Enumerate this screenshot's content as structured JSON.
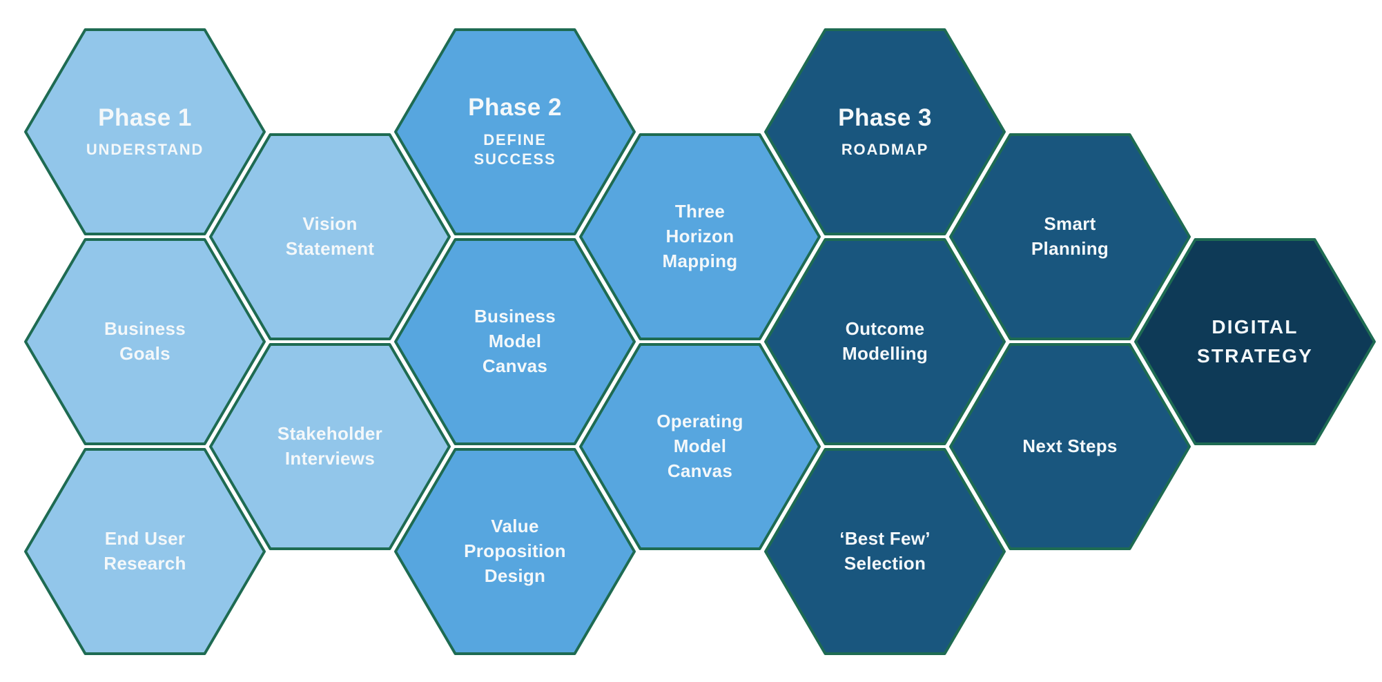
{
  "diagram": {
    "name": "Digital Strategy hexagon roadmap",
    "phases_count": 3
  },
  "colors": {
    "background": "#ffffff",
    "stroke": "#1e6b52",
    "text": "#f4f8fa",
    "light": "#92c6ea",
    "medium": "#57a6df",
    "dark": "#19567e",
    "darkest": "#0e3a57"
  },
  "hexagons": [
    {
      "id": "phase-1",
      "tone": "light",
      "title": "Phase 1",
      "subtitle": "UNDERSTAND"
    },
    {
      "id": "business-goals",
      "tone": "light",
      "label": "Business\nGoals"
    },
    {
      "id": "end-user-research",
      "tone": "light",
      "label": "End User\nResearch"
    },
    {
      "id": "vision-statement",
      "tone": "light",
      "label": "Vision\nStatement"
    },
    {
      "id": "stakeholder-interviews",
      "tone": "light",
      "label": "Stakeholder\nInterviews"
    },
    {
      "id": "phase-2",
      "tone": "medium",
      "title": "Phase 2",
      "subtitle": "DEFINE\nSUCCESS"
    },
    {
      "id": "business-model-canvas",
      "tone": "medium",
      "label": "Business\nModel\nCanvas"
    },
    {
      "id": "value-proposition-design",
      "tone": "medium",
      "label": "Value\nProposition\nDesign"
    },
    {
      "id": "three-horizon-mapping",
      "tone": "medium",
      "label": "Three\nHorizon\nMapping"
    },
    {
      "id": "operating-model-canvas",
      "tone": "medium",
      "label": "Operating\nModel\nCanvas"
    },
    {
      "id": "phase-3",
      "tone": "dark",
      "title": "Phase 3",
      "subtitle": "ROADMAP"
    },
    {
      "id": "outcome-modelling",
      "tone": "dark",
      "label": "Outcome\nModelling"
    },
    {
      "id": "best-few-selection",
      "tone": "dark",
      "label": "‘Best Few’\nSelection"
    },
    {
      "id": "smart-planning",
      "tone": "dark",
      "label": "Smart\nPlanning"
    },
    {
      "id": "next-steps",
      "tone": "dark",
      "label": "Next Steps"
    },
    {
      "id": "digital-strategy",
      "tone": "darkest",
      "label": "DIGITAL\nSTRATEGY"
    }
  ]
}
